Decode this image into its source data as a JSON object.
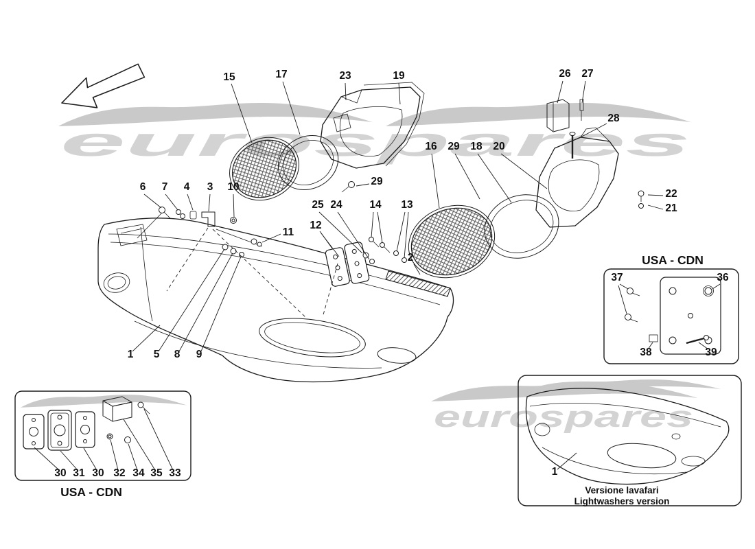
{
  "colors": {
    "line": "#1b1b1b",
    "watermark_text": "#d3d3d3",
    "swoosh": "#c9c9c9",
    "mesh_line": "#575757"
  },
  "watermark": {
    "brand": "eurospares"
  },
  "main": {
    "callouts": [
      "15",
      "17",
      "23",
      "19",
      "26",
      "27",
      "28",
      "16",
      "29",
      "18",
      "20",
      "22",
      "21",
      "29",
      "6",
      "7",
      "4",
      "3",
      "10",
      "11",
      "25",
      "24",
      "14",
      "13",
      "12",
      "2",
      "1",
      "5",
      "8",
      "9"
    ]
  },
  "inset_right": {
    "title": "USA - CDN",
    "callouts": [
      "37",
      "36",
      "38",
      "39"
    ]
  },
  "inset_bottom_left": {
    "title": "USA - CDN",
    "callouts": [
      "30",
      "31",
      "30",
      "32",
      "34",
      "35",
      "33"
    ]
  },
  "inset_lightwashers": {
    "callouts": [
      "1"
    ],
    "caption_line1": "Versione lavafari",
    "caption_line2": "Lightwashers version"
  }
}
